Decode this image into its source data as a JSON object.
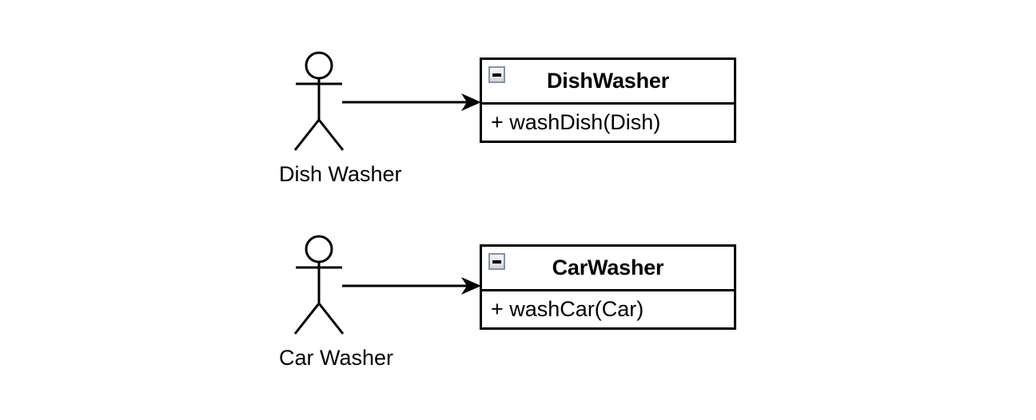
{
  "diagram": {
    "type": "uml-class-actor-diagram",
    "background_color": "#ffffff",
    "line_color": "#000000",
    "icon_border_color": "#8292ad",
    "groups": [
      {
        "actor": {
          "name": "dish-washer",
          "label": "Dish Washer"
        },
        "relationship": {
          "kind": "association",
          "arrow": "filled-triangle"
        },
        "klass": {
          "name": "DishWasher",
          "collapse_state": "expanded",
          "collapse_glyph": "minus",
          "members": [
            "+ washDish(Dish)"
          ]
        }
      },
      {
        "actor": {
          "name": "car-washer",
          "label": "Car Washer"
        },
        "relationship": {
          "kind": "association",
          "arrow": "filled-triangle"
        },
        "klass": {
          "name": "CarWasher",
          "collapse_state": "expanded",
          "collapse_glyph": "minus",
          "members": [
            "+ washCar(Car)"
          ]
        }
      }
    ]
  }
}
